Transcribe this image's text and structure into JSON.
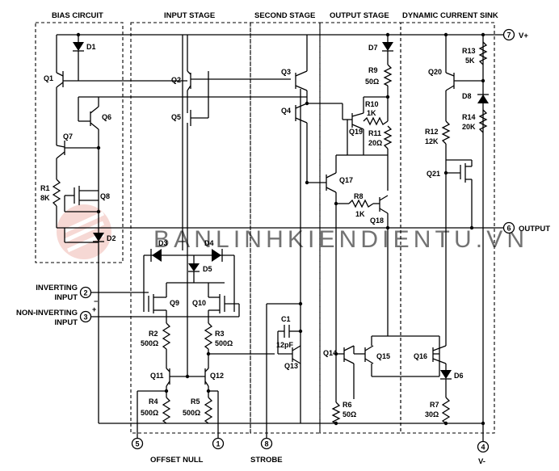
{
  "sections": {
    "bias": "BIAS CIRCUIT",
    "input": "INPUT STAGE",
    "second": "SECOND STAGE",
    "output": "OUTPUT STAGE",
    "sink": "DYNAMIC CURRENT SINK"
  },
  "pins": {
    "vplus": {
      "num": "7",
      "label": "V+"
    },
    "output": {
      "num": "6",
      "label": "OUTPUT"
    },
    "inv": {
      "num": "2",
      "label1": "INVERTING",
      "label2": "INPUT",
      "sign": "−"
    },
    "noninv": {
      "num": "3",
      "label1": "NON-INVERTING",
      "label2": "INPUT",
      "sign": "+"
    },
    "offset5": {
      "num": "5"
    },
    "offset1": {
      "num": "1"
    },
    "offset_label": "OFFSET NULL",
    "strobe": {
      "num": "8",
      "label": "STROBE"
    },
    "vminus": {
      "num": "4",
      "label": "V-"
    }
  },
  "transistors": {
    "q1": "Q1",
    "q2": "Q2",
    "q3": "Q3",
    "q4": "Q4",
    "q5": "Q5",
    "q6": "Q6",
    "q7": "Q7",
    "q8": "Q8",
    "q9": "Q9",
    "q10": "Q10",
    "q11": "Q11",
    "q12": "Q12",
    "q13": "Q13",
    "q14": "Q14",
    "q15": "Q15",
    "q16": "Q16",
    "q17": "Q17",
    "q18": "Q18",
    "q19": "Q19",
    "q20": "Q20",
    "q21": "Q21"
  },
  "diodes": {
    "d1": "D1",
    "d2": "D2",
    "d3": "D3",
    "d4": "D4",
    "d5": "D5",
    "d6": "D6",
    "d7": "D7",
    "d8": "D8"
  },
  "resistors": {
    "r1": {
      "name": "R1",
      "value": "8K"
    },
    "r2": {
      "name": "R2",
      "value": "500Ω"
    },
    "r3": {
      "name": "R3",
      "value": "500Ω"
    },
    "r4": {
      "name": "R4",
      "value": "500Ω"
    },
    "r5": {
      "name": "R5",
      "value": "500Ω"
    },
    "r6": {
      "name": "R6",
      "value": "50Ω"
    },
    "r7": {
      "name": "R7",
      "value": "30Ω"
    },
    "r8": {
      "name": "R8",
      "value": "1K"
    },
    "r9": {
      "name": "R9",
      "value": "50Ω"
    },
    "r10": {
      "name": "R10",
      "value": "1K"
    },
    "r11": {
      "name": "R11",
      "value": "20Ω"
    },
    "r12": {
      "name": "R12",
      "value": "12K"
    },
    "r13": {
      "name": "R13",
      "value": "5K"
    },
    "r14": {
      "name": "R14",
      "value": "20K"
    }
  },
  "capacitors": {
    "c1": {
      "name": "C1",
      "value": "12pF"
    }
  },
  "watermark": "BANLINHKIENDIENTU.VN",
  "colors": {
    "ink": "#000000",
    "watermark": "#b9c9d4",
    "watermark_logo": "#e9a7a0"
  }
}
